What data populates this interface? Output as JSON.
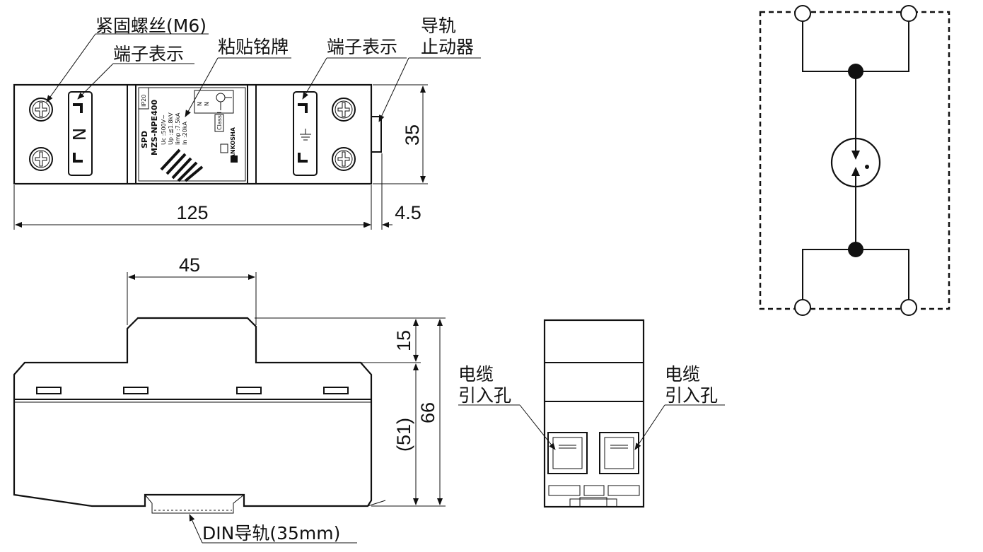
{
  "top_view": {
    "label_screw": "紧固螺丝(M6)",
    "label_terminal_left": "端子表示",
    "label_nameplate": "粘贴铭牌",
    "label_terminal_right": "端子表示",
    "label_rail_stopper_1": "导轨",
    "label_rail_stopper_2": "止动器",
    "terminal_letter": "N",
    "dim_length": "125",
    "dim_offset": "4.5",
    "dim_height": "35"
  },
  "nameplate": {
    "rating": "IP20",
    "type": "SPD",
    "model": "MZS-NPE400",
    "spec_uc": "Uc :500V~",
    "spec_up": "Up :≦1.8kV",
    "spec_imp": "Iimp :7.5kA",
    "spec_in": "In :20kA",
    "class": "Class I",
    "maker": "SANKOSHA",
    "circuit_n": "N",
    "circuit_n2": "N"
  },
  "side_view": {
    "dim_top_width": "45",
    "dim_step": "15",
    "dim_body": "(51)",
    "dim_total": "66",
    "label_rail": "DIN导轨(35mm)"
  },
  "end_view": {
    "label_cable_left_1": "电缆",
    "label_cable_left_2": "引入孔",
    "label_cable_right_1": "电缆",
    "label_cable_right_2": "引入孔"
  }
}
